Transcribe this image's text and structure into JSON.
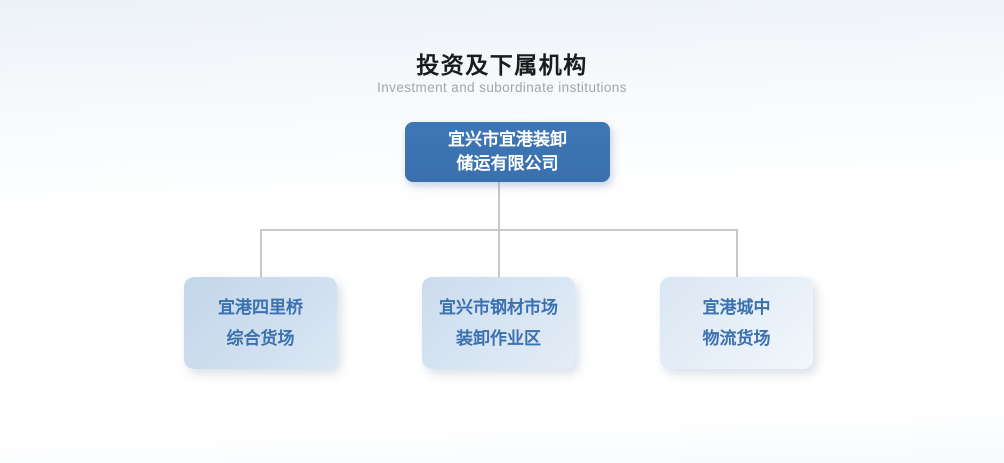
{
  "header": {
    "title": "投资及下属机构",
    "subtitle": "Investment and subordinate institutions"
  },
  "org_chart": {
    "type": "org-chart",
    "root": {
      "line1": "宜兴市宜港装卸",
      "line2": "储运有限公司"
    },
    "children": [
      {
        "line1": "宜港四里桥",
        "line2": "综合货场"
      },
      {
        "line1": "宜兴市钢材市场",
        "line2": "装卸作业区"
      },
      {
        "line1": "宜港城中",
        "line2": "物流货场"
      }
    ]
  },
  "colors": {
    "root_box": "#3b73b2",
    "root_text": "#ffffff",
    "child_text": "#3a71ae",
    "child_box_1": "#c2d6ea",
    "child_box_2": "#cbdcee",
    "child_box_3": "#dbe6f3",
    "connector": "#c7c8c9",
    "title_text": "#1b1b1b",
    "subtitle_text": "#a3a6a9",
    "background_top": "#ecf1f8"
  }
}
